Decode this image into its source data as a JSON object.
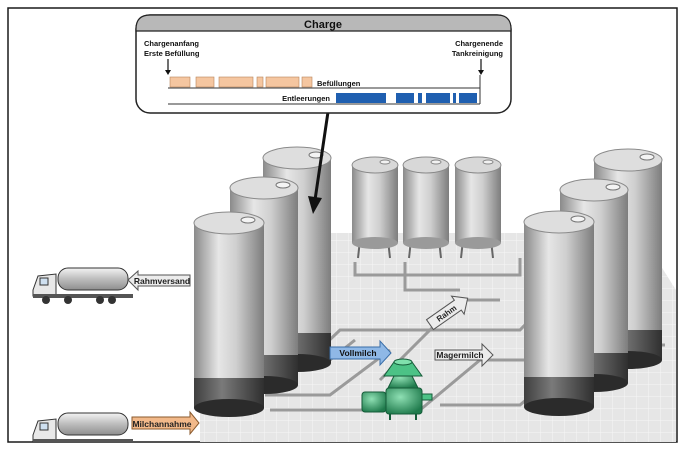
{
  "charge": {
    "title": "Charge",
    "start_label_1": "Chargenanfang",
    "start_label_2": "Erste Befüllung",
    "end_label_1": "Chargenende",
    "end_label_2": "Tankreinigung",
    "fillings_label": "Befüllungen",
    "emptyings_label": "Entleerungen"
  },
  "flows": {
    "rahmversand": "Rahmversand",
    "milchannahme": "Milchannahme",
    "vollmilch": "Vollmilch",
    "magermilch": "Magermilch",
    "rahm": "Rahm"
  },
  "colors": {
    "filling_bar": "#f5c6a0",
    "emptying_bar": "#1f5fb0",
    "vollmilch_arrow": "#8fb8e6",
    "milchannahme_arrow": "#f2b98a",
    "neutral_arrow": "#ececec",
    "separator": "#3ea46f",
    "tank": "#b9b9b9",
    "floor": "#e2e2e2"
  }
}
